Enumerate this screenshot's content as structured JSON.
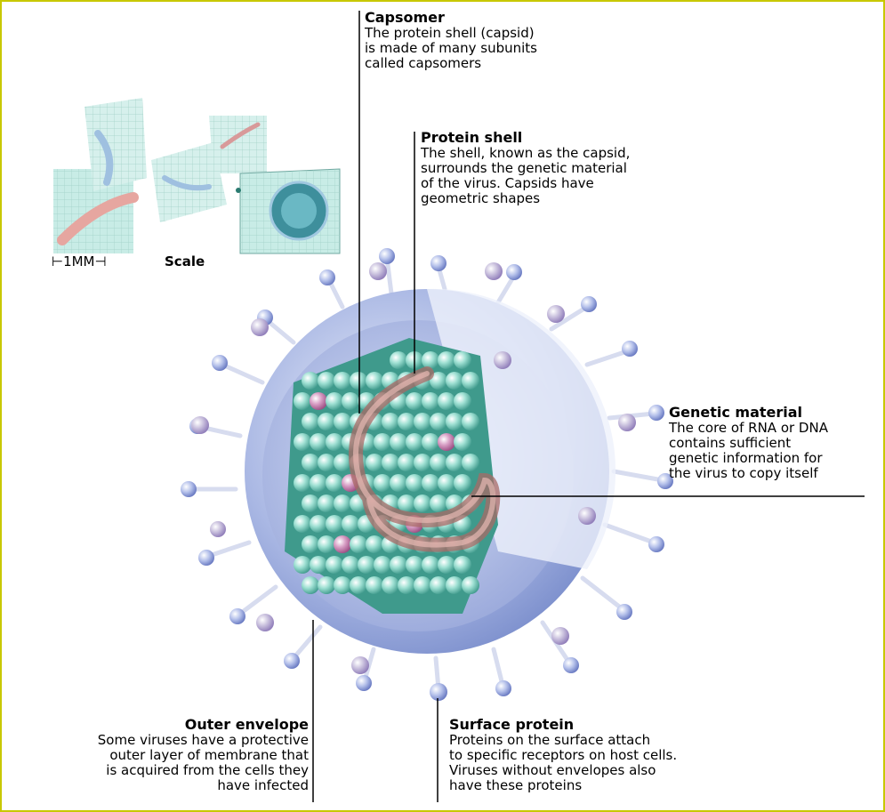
{
  "labels": {
    "capsomer": {
      "title": "Capsomer",
      "text": "The protein shell (capsid)\nis made of many subunits\ncalled capsomers"
    },
    "protein_shell": {
      "title": "Protein shell",
      "text": "The shell, known as the capsid,\nsurrounds the genetic material\nof the virus. Capsids have\ngeometric shapes"
    },
    "genetic_material": {
      "title": "Genetic material",
      "text": "The core of RNA or DNA\ncontains sufficient\ngenetic information for\nthe virus to copy itself"
    },
    "outer_envelope": {
      "title": "Outer envelope",
      "text": "Some viruses have a protective\nouter layer of membrane that\nis acquired from the cells they\nhave infected"
    },
    "surface_protein": {
      "title": "Surface protein",
      "text": "Proteins on the surface attach\nto specific receptors on host cells.\nViruses without envelopes also\nhave these proteins"
    }
  },
  "scale": {
    "bar_label": "⊢1MM⊣",
    "word": "Scale"
  },
  "colors": {
    "frame": "#c8c800",
    "envelope": "#8a9ed8",
    "capsomer": "#7fcfc0",
    "capsomer_pink": "#c07aa8",
    "rna": "#c89088"
  }
}
